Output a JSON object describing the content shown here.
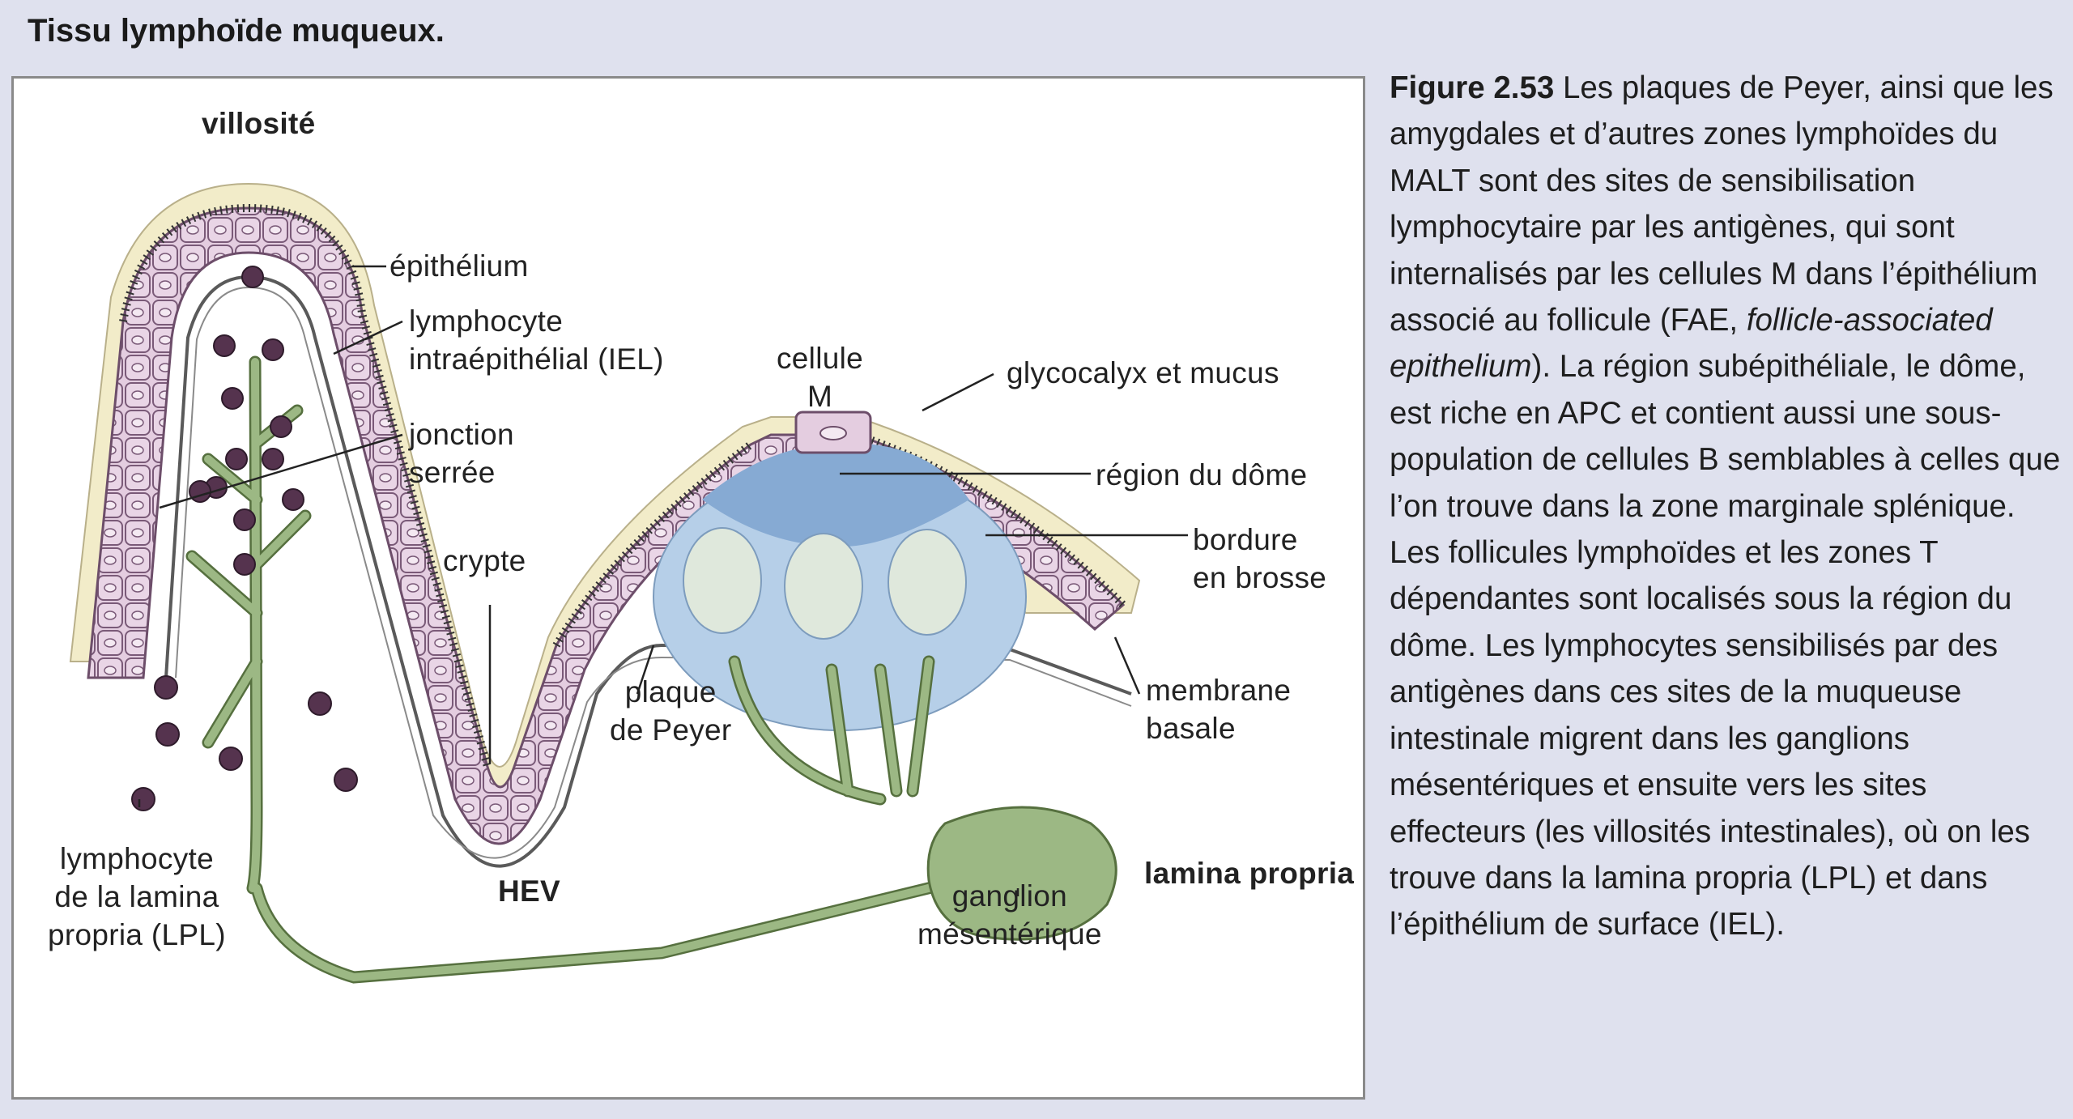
{
  "page_title": "Tissu lymphoïde muqueux.",
  "diagram": {
    "labels": {
      "villosite": "villosité",
      "epithelium": "épithélium",
      "iel": "lymphocyte\nintraépithélial (IEL)",
      "jonction": "jonction\nserrée",
      "crypte": "crypte",
      "cellule_m": "cellule\nM",
      "glycocalyx": "glycocalyx et mucus",
      "dome": "région du dôme",
      "bordure": "bordure\nen brosse",
      "membrane": "membrane\nbasale",
      "plaque": "plaque\nde Peyer",
      "ganglion": "ganglion\nmésentérique",
      "lamina": "lamina propria",
      "hev": "HEV",
      "lpl": "lymphocyte\nde la lamina\npropria (LPL)"
    },
    "colors": {
      "mucus": "#f2ecc9",
      "cell": "#e4cde0",
      "cell_border": "#7a5a78",
      "lymphocyte": "#55334e",
      "dome": "#a9c6e3",
      "dome_top": "#7fa6cf",
      "follicle": "#dfe8dc",
      "vessel": "#9cb884",
      "vessel_edge": "#56703f"
    }
  },
  "caption": {
    "figure_label": "Figure 2.53",
    "text_1": " Les plaques de Peyer, ainsi que les amygdales et d’autres zones lymphoïdes du MALT sont des sites de sensibilisation lymphocytaire par les antigènes, qui sont internalisés par les cellules M dans l’épithélium associé au follicule (FAE, ",
    "italic": "follicle-associated epithelium",
    "text_2": "). La région subépithéliale, le dôme, est riche en APC et contient aussi une sous-population de cellules B semblables à celles que l’on trouve dans la zone marginale splénique. Les follicules lymphoïdes et les zones T dépendantes sont localisés sous la région du dôme. Les lymphocytes sensibilisés par des antigènes dans ces sites de la muqueuse intestinale migrent dans les ganglions mésentériques et ensuite vers les sites effecteurs (les villosités intestinales), où on les trouve dans la lamina propria (LPL) et dans l’épithélium de surface (IEL)."
  }
}
